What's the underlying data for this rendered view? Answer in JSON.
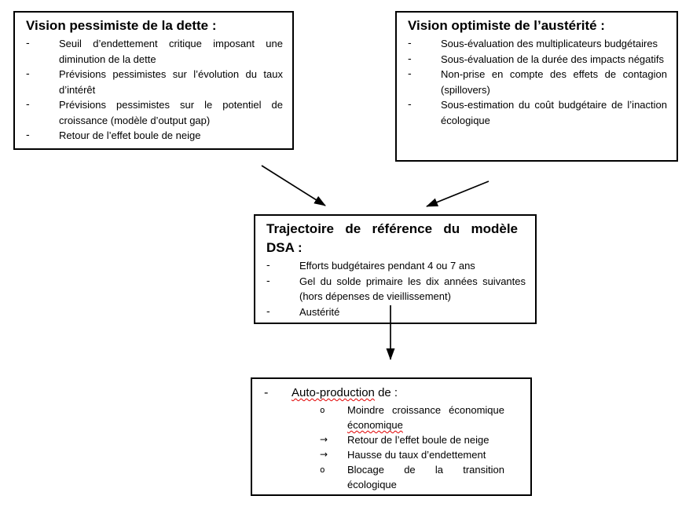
{
  "colors": {
    "background": "#ffffff",
    "border": "#000000",
    "text": "#000000",
    "spellcheck_squiggle": "#e00000"
  },
  "boxes": {
    "pessimist": {
      "title": "Vision pessimiste de la dette :",
      "items": [
        {
          "marker": "-",
          "text": "Seuil d’endettement critique imposant une diminution de la dette"
        },
        {
          "marker": "-",
          "text": "Prévisions pessimistes sur l’évolution du taux d’intérêt"
        },
        {
          "marker": "-",
          "text": "Prévisions pessimistes sur le potentiel de croissance (modèle d’output gap)"
        },
        {
          "marker": "-",
          "text": "Retour de l’effet boule de neige"
        }
      ]
    },
    "optimist": {
      "title": "Vision optimiste de l’austérité :",
      "items": [
        {
          "marker": "-",
          "text": "Sous-évaluation des multiplicateurs budgétaires"
        },
        {
          "marker": "-",
          "text": "Sous-évaluation de la durée des impacts négatifs"
        },
        {
          "marker": "-",
          "text": "Non-prise en compte des effets de contagion (spillovers)"
        },
        {
          "marker": "-",
          "text": "Sous-estimation du coût budgétaire de l’inaction écologique"
        }
      ]
    },
    "dsa": {
      "title": "Trajectoire de référence du modèle DSA :",
      "items": [
        {
          "marker": "-",
          "text": "Efforts budgétaires pendant 4 ou 7 ans"
        },
        {
          "marker": "-",
          "text": "Gel du solde primaire les dix années suivantes (hors dépenses de vieillissement)"
        },
        {
          "marker": "-",
          "text": "Austérité"
        }
      ]
    },
    "auto": {
      "marker": "-",
      "title_misspelled": "Auto-production",
      "title_rest": " de :",
      "items": [
        {
          "marker": "o",
          "text": "Moindre croissance économique",
          "text_misspelled": "économique"
        },
        {
          "marker": "→",
          "text": "Retour de l’effet boule de neige"
        },
        {
          "marker": "→",
          "text": "Hausse du taux d’endettement"
        },
        {
          "marker": "o",
          "text": "Blocage de la transition écologique"
        }
      ]
    }
  },
  "connections": [
    {
      "from": "vision-pessimiste",
      "to": "trajectoire-dsa"
    },
    {
      "from": "vision-optimiste",
      "to": "trajectoire-dsa"
    },
    {
      "from": "trajectoire-dsa",
      "to": "auto-production"
    }
  ]
}
